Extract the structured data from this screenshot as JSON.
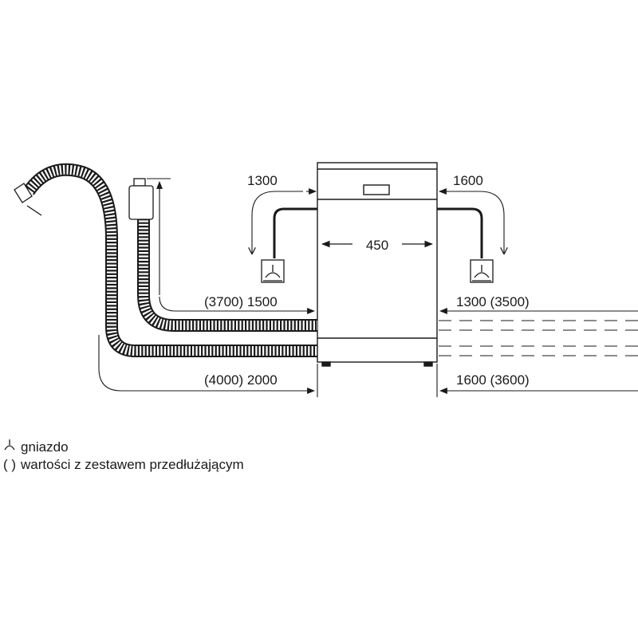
{
  "diagram": {
    "top_left_dimension": "1300",
    "top_right_dimension": "1600",
    "width_dimension": "450",
    "left_upper_dimension": "(3700) 1500",
    "right_upper_dimension": "1300 (3500)",
    "left_lower_dimension": "(4000) 2000",
    "right_lower_dimension": "1600 (3600)"
  },
  "legend": {
    "socket_symbol_icon": "socket-icon",
    "socket_label": "gniazdo",
    "parentheses_symbol": "( )",
    "parentheses_label": "wartości z zestawem przedłużającym"
  },
  "colors": {
    "line": "#1a1a1a",
    "background": "#ffffff"
  }
}
